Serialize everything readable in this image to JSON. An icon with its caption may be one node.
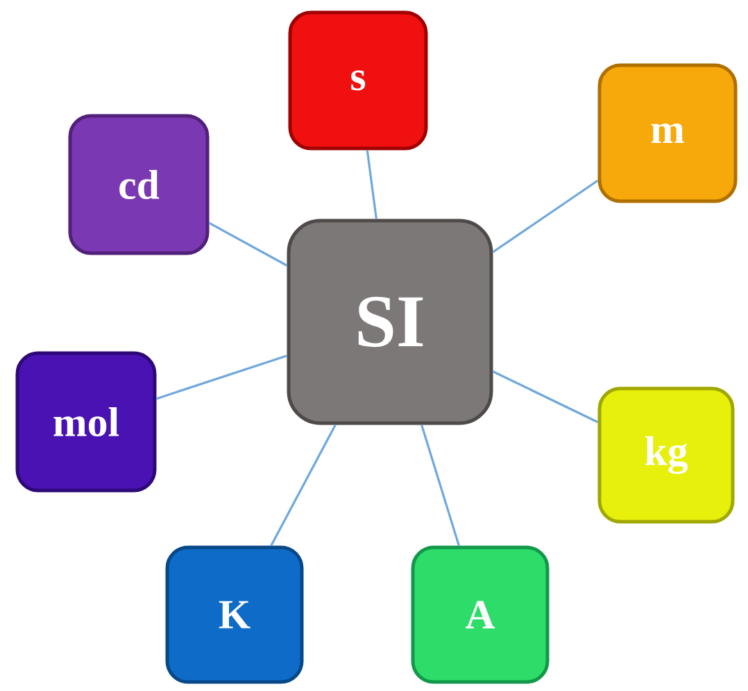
{
  "diagram": {
    "nodes": [
      {
        "text": [
          "SI"
        ]
      },
      {
        "text": [
          "s"
        ]
      },
      {
        "text": [
          "m"
        ]
      },
      {
        "text": [
          "kg"
        ]
      },
      {
        "text": [
          "A"
        ]
      },
      {
        "text": [
          "K"
        ]
      },
      {
        "text": [
          "mol"
        ]
      },
      {
        "text": [
          "cd"
        ]
      }
    ],
    "edges": [
      {
        "from": 0,
        "to": 1,
        "arrow": "none"
      },
      {
        "from": 0,
        "to": 2,
        "arrow": "none"
      },
      {
        "from": 0,
        "to": 3,
        "arrow": "none"
      },
      {
        "from": 0,
        "to": 4,
        "arrow": "none"
      },
      {
        "from": 0,
        "to": 5,
        "arrow": "none"
      },
      {
        "from": 0,
        "to": 6,
        "arrow": "none"
      },
      {
        "from": 0,
        "to": 7,
        "arrow": "none"
      }
    ]
  }
}
